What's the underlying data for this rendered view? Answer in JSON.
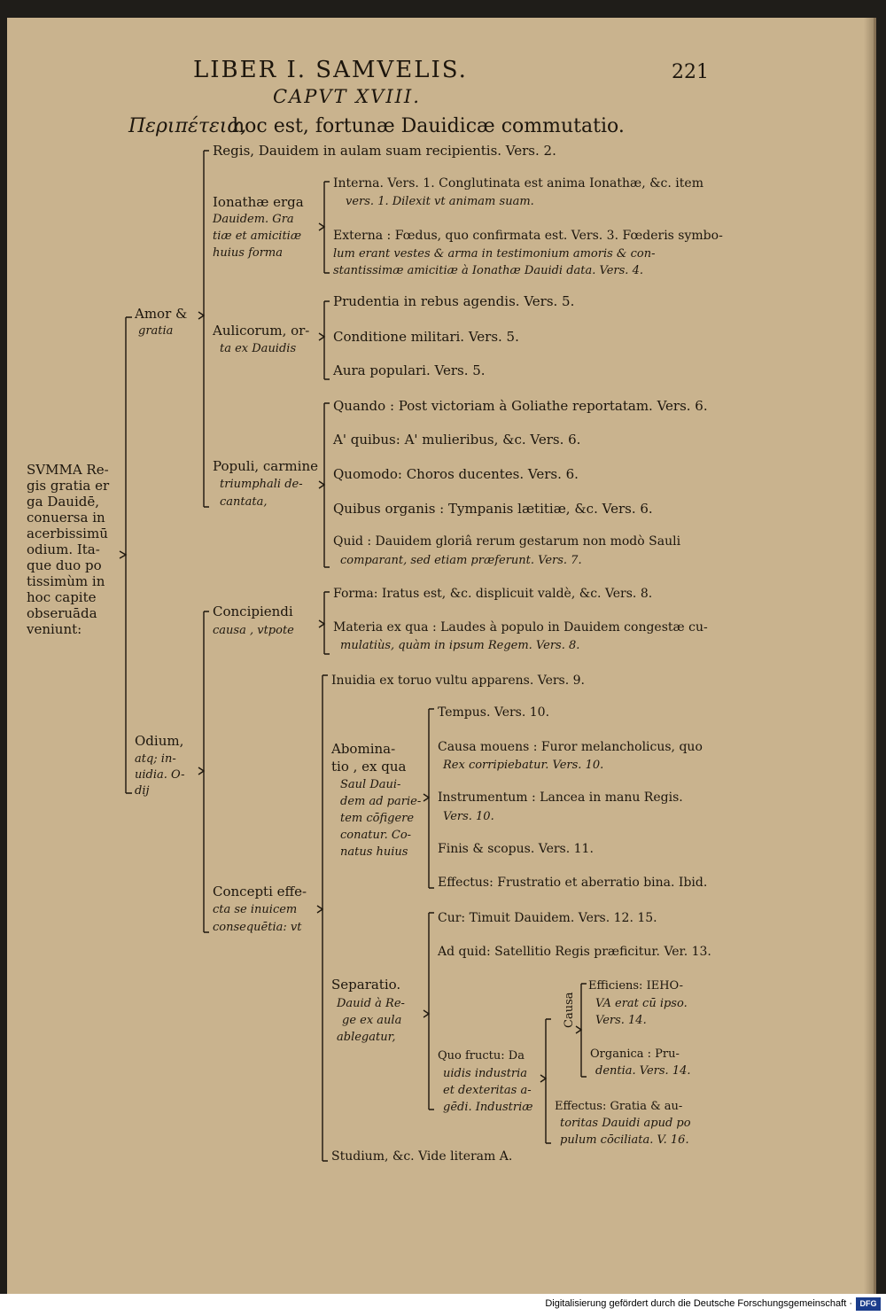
{
  "header": {
    "running_title": "LIBER I. SAMVELIS.",
    "page_number": "221",
    "chapter": "CAPVT XVIII.",
    "heading_greek": "Περιπέτεια,",
    "heading_latin": "hoc est, fortunæ Dauidicæ commutatio."
  },
  "root": {
    "lines": [
      "SVMMA Re-",
      "gis gratia er",
      "ga Dauidē,",
      "conuersa in",
      "acerbissimū",
      "odium. Ita-",
      "que duo po",
      "tissimùm in",
      "hoc capite",
      "obseruāda",
      "veniunt:"
    ]
  },
  "amor": {
    "label": [
      "Amor &",
      "gratia"
    ],
    "regis": "Regis, Dauidem in aulam suam recipientis. Vers. 2.",
    "ionathae": {
      "label": [
        "Ionathæ  erga",
        "Dauidem. Gra",
        "tiæ et amicitiæ",
        "huius forma"
      ],
      "interna": [
        "Interna. Vers. 1. Conglutinata est anima Ionathæ, &c. item",
        "vers. 1. Dilexit vt animam suam."
      ],
      "externa": [
        "Externa : Fœdus, quo confirmata est. Vers. 3. Fœderis symbo-",
        "lum erant vestes & arma in testimonium amoris & con-",
        "stantissimæ amicitiæ à Ionathæ Dauidi data. Vers. 4."
      ]
    },
    "aulicorum": {
      "label": [
        "Aulicorum, or-",
        "ta ex Dauidis"
      ],
      "items": [
        "Prudentia in rebus agendis. Vers. 5.",
        "Conditione militari. Vers. 5.",
        "Aura populari. Vers. 5."
      ]
    },
    "populi": {
      "label": [
        "Populi, carmine",
        "triumphali de-",
        "cantata,"
      ],
      "items": [
        "Quando : Post victoriam à Goliathe reportatam. Vers. 6.",
        "A' quibus: A' mulieribus, &c. Vers. 6.",
        "Quomodo: Choros ducentes. Vers. 6.",
        "Quibus organis : Tympanis lætitiæ, &c. Vers. 6."
      ],
      "quid": [
        "Quid : Dauidem gloriâ rerum gestarum non modò Sauli",
        "comparant, sed etiam præferunt. Vers. 7."
      ]
    }
  },
  "odium": {
    "label": [
      "Odium,",
      "atq; in-",
      "uidia. O-",
      "dij"
    ],
    "concipiendi": {
      "label": [
        "Concipiendi",
        "causa , vtpote"
      ],
      "forma": "Forma: Iratus est, &c. displicuit valdè, &c. Vers. 8.",
      "materia": [
        "Materia ex qua : Laudes à populo in Dauidem congestæ cu-",
        "mulatiùs, quàm in ipsum Regem. Vers. 8."
      ]
    },
    "effecta": {
      "label": [
        "Concepti effe-",
        "cta se inuicem",
        "consequētia: vt"
      ],
      "inuidia": "Inuidia ex toruo vultu apparens. Vers. 9.",
      "abominatio": {
        "label": [
          "Abomina-",
          "tio , ex qua",
          "Saul Daui-",
          "dem ad parie-",
          "tem cōfigere",
          "conatur. Co-",
          "natus huius"
        ],
        "tempus": "Tempus. Vers. 10.",
        "causa": [
          "Causa mouens : Furor melancholicus, quo",
          "Rex corripiebatur. Vers. 10."
        ],
        "instrumentum": [
          "Instrumentum : Lancea in manu Regis.",
          "Vers. 10."
        ],
        "finis": "Finis & scopus. Vers. 11.",
        "effectus": "Effectus: Frustratio et aberratio bina. Ibid."
      },
      "separatio": {
        "label": [
          "Separatio.",
          "Dauid à Re-",
          "ge ex aula",
          "ablegatur,"
        ],
        "cur": "Cur: Timuit Dauidem. Vers. 12. 15.",
        "ad_quid": "Ad quid: Satellitio Regis præficitur. Ver. 13.",
        "quo_fructu": [
          "Quo fructu: Da",
          "uidis industria",
          "et dexteritas a-",
          "gēdi. Industriæ"
        ],
        "causa_label": "Causa",
        "efficiens": [
          "Efficiens: IEHO-",
          "VA erat cū ipso.",
          "Vers. 14."
        ],
        "organica": [
          "Organica : Pru-",
          "dentia. Vers. 14."
        ],
        "effectus": [
          "Effectus: Gratia & au-",
          "toritas Dauidi apud po",
          "pulum cōciliata. V. 16."
        ]
      },
      "studium": "Studium, &c. Vide literam A."
    }
  },
  "footer": {
    "text": "Digitalisierung gefördert durch die Deutsche Forschungsgemeinschaft ·",
    "logo": "DFG"
  }
}
